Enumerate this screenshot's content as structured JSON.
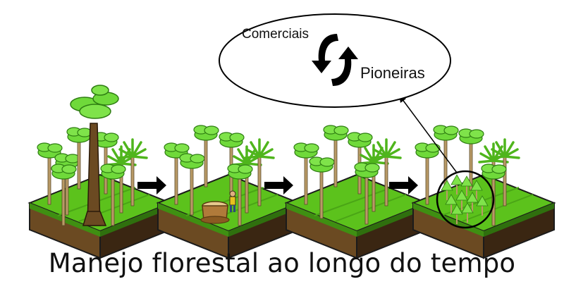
{
  "diagram": {
    "title": "Manejo florestal ao longo do tempo",
    "cycle": {
      "label_top": "Comerciais",
      "label_bottom": "Pioneiras"
    },
    "colors": {
      "grass": "#5cc21c",
      "grass_side": "#3f8f12",
      "soil": "#6b4a22",
      "soil_dark": "#3a2612",
      "leaf": "#6fd93a",
      "leaf_dark": "#2e7d12",
      "trunk": "#b99a66",
      "big_trunk": "#6b4a22",
      "arrow": "#000000"
    },
    "icons": [
      "cycle-arrows-icon",
      "right-arrow-icon",
      "tree-icon",
      "stump-icon",
      "lumberjack-icon",
      "seedling-icon"
    ]
  }
}
